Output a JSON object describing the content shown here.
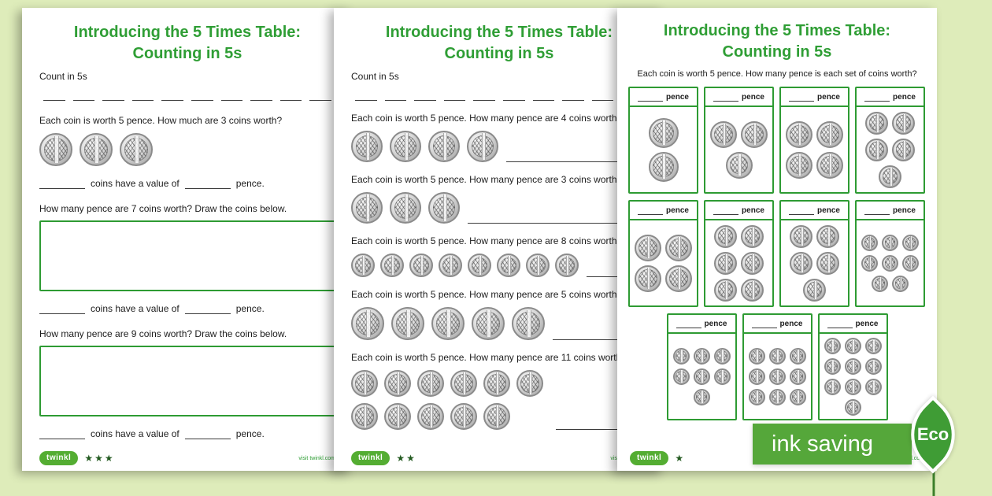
{
  "colors": {
    "accent_green": "#2f9e35",
    "box_green": "#2e9b33",
    "banner_green": "#55a73a",
    "page_bg": "#deecba"
  },
  "banner": {
    "label": "ink saving",
    "eco_label": "Eco"
  },
  "worksheets": [
    {
      "level": "3 star",
      "title_line1": "Introducing the 5 Times Table:",
      "title_line2": "Counting in 5s",
      "count_label": "Count in 5s",
      "counting_blanks": 10,
      "q1_text": "Each coin is worth 5 pence. How much are 3 coins worth?",
      "q1_coins": 3,
      "q2_text": "How many pence are 7 coins worth? Draw the coins below.",
      "q3_text": "How many pence are 9 coins worth? Draw the coins below.",
      "sentence_middle": "coins have a value of",
      "sentence_end": "pence.",
      "stars": "★★★",
      "footer_logo": "twinkl",
      "footer_link": "visit twinkl.com"
    },
    {
      "level": "2 star",
      "title_line1": "Introducing the 5 Times Table:",
      "title_line2": "Counting in 5s",
      "count_label": "Count in 5s",
      "counting_blanks": 10,
      "questions": [
        {
          "text": "Each coin is worth 5 pence. How many pence are 4 coins worth?",
          "coins": 4
        },
        {
          "text": "Each coin is worth 5 pence. How many pence are 3 coins worth?",
          "coins": 3
        },
        {
          "text": "Each coin is worth 5 pence. How many pence are 8 coins worth?",
          "coins": 8
        },
        {
          "text": "Each coin is worth 5 pence. How many pence are 5 coins worth?",
          "coins": 5
        },
        {
          "text": "Each coin is worth 5 pence. How many pence are 11 coins worth?",
          "coins": 11
        }
      ],
      "stars": "★★",
      "footer_logo": "twinkl",
      "footer_link": "visit twinkl.com"
    },
    {
      "level": "1 star",
      "title_line1": "Introducing the 5 Times Table:",
      "title_line2": "Counting in 5s",
      "instruction": "Each coin is worth 5 pence. How many pence is each set of coins worth?",
      "card_label": "pence",
      "cards": [
        {
          "coins": 2
        },
        {
          "coins": 3
        },
        {
          "coins": 4
        },
        {
          "coins": 5
        },
        {
          "coins": 4
        },
        {
          "coins": 6
        },
        {
          "coins": 5
        },
        {
          "coins": 8
        },
        {
          "coins": 7
        },
        {
          "coins": 9
        },
        {
          "coins": 10
        }
      ],
      "stars": "★",
      "footer_logo": "twinkl",
      "footer_link": "visit twinkl.com"
    }
  ]
}
